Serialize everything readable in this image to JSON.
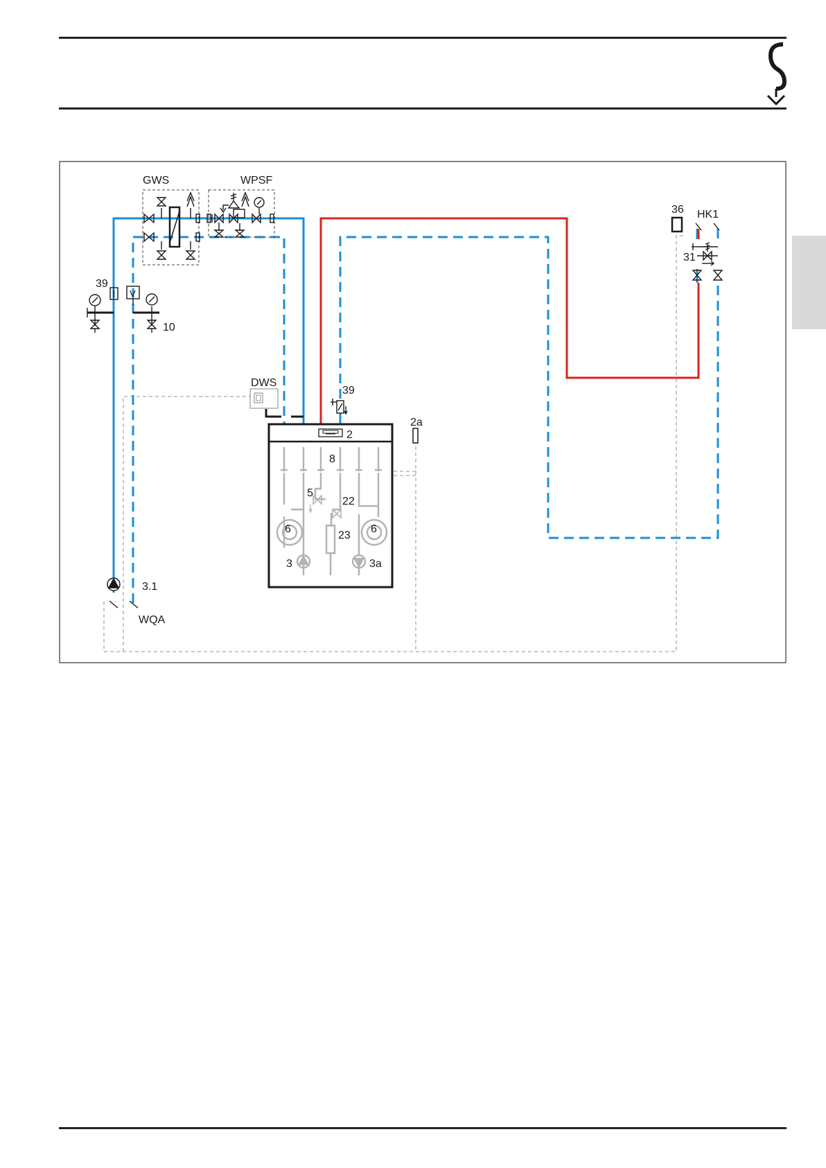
{
  "labels": {
    "gws": "GWS",
    "wpsf": "WPSF",
    "n39_left": "39",
    "n10": "10",
    "dws": "DWS",
    "n39_mid": "39",
    "n2": "2",
    "n2a": "2a",
    "n8": "8",
    "n5": "5",
    "n22": "22",
    "n23": "23",
    "n6_left": "6",
    "n6_right": "6",
    "n3": "3",
    "n3a": "3a",
    "n3_1": "3.1",
    "wqa": "WQA",
    "n36": "36",
    "hk1": "HK1",
    "n31": "31",
    "volume_symbol": "V"
  },
  "colors": {
    "supply_brine": "#1b8fd6",
    "return_dashed": "#1b8fd6",
    "hot_supply": "#d9261c",
    "electrical": "#a9a9a9",
    "outline": "#1a1a1a"
  }
}
